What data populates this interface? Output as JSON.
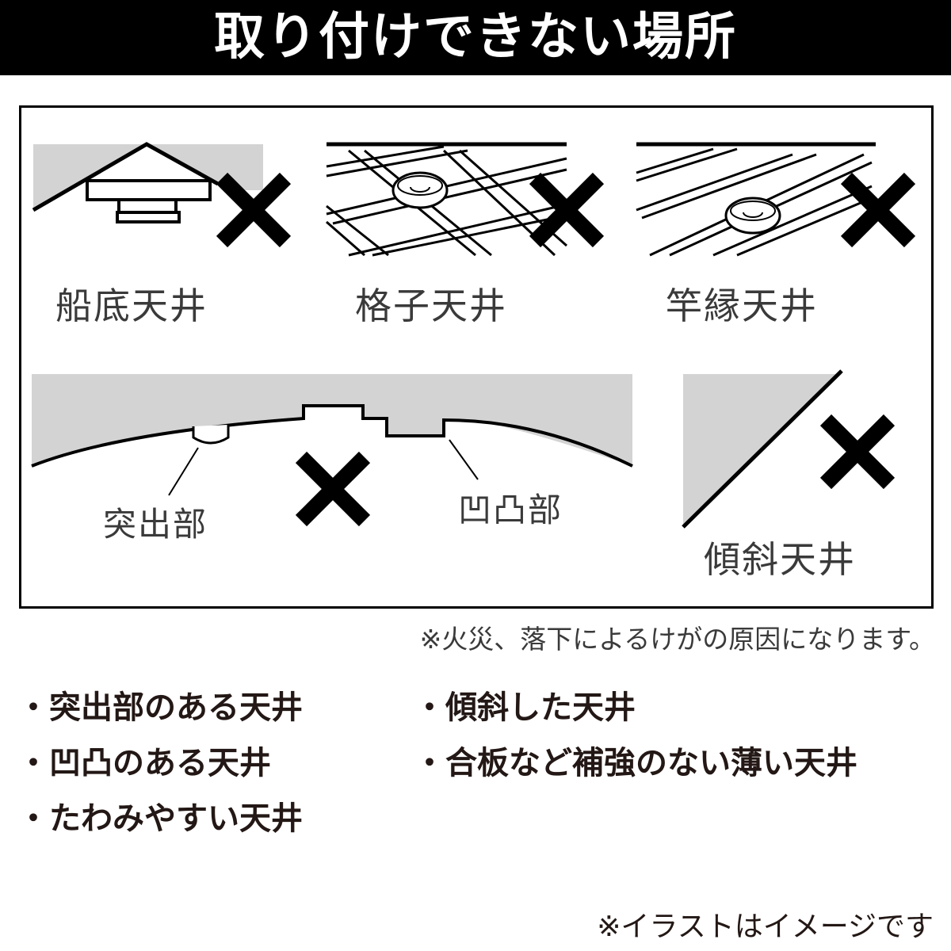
{
  "title": "取り付けできない場所",
  "illustrations": {
    "funazoko": "船底天井",
    "koshi": "格子天井",
    "saobuchi": "竿縁天井",
    "protrusion": "突出部",
    "uneven": "凹凸部",
    "sloped": "傾斜天井"
  },
  "note": "※火災、落下によるけがの原因になります。",
  "bullets_left": [
    "・突出部のある天井",
    "・凹凸のある天井",
    "・たわみやすい天井"
  ],
  "bullets_right": [
    "・傾斜した天井",
    "・合板など補強のない薄い天井"
  ],
  "footer": "※イラストはイメージです",
  "colors": {
    "gray": "#d3d3d3",
    "black": "#000000"
  }
}
